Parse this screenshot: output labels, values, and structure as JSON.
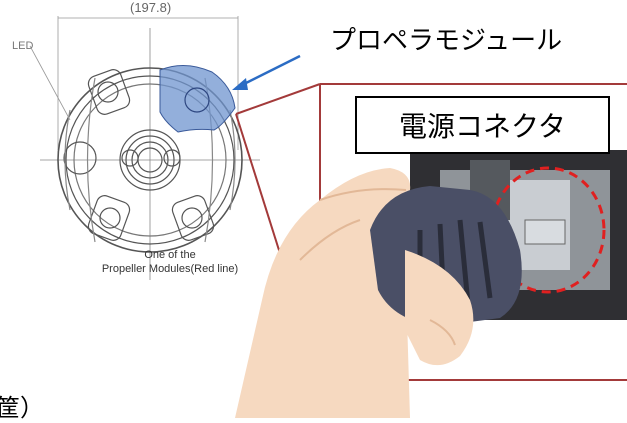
{
  "callout_title": "プロペラモジュール",
  "dimension_label": "(197.8)",
  "led_label": "LED",
  "caption_line1": "One of the",
  "caption_line2": "Propeller Modules(Red line)",
  "connector_label": "電源コネクタ",
  "footer_fragment": "筐）",
  "colors": {
    "arrow_blue": "#2b6cc4",
    "highlight_blue": "#6f94cf",
    "outline_red": "#a33a3a",
    "dashed_red": "#e02020"
  }
}
